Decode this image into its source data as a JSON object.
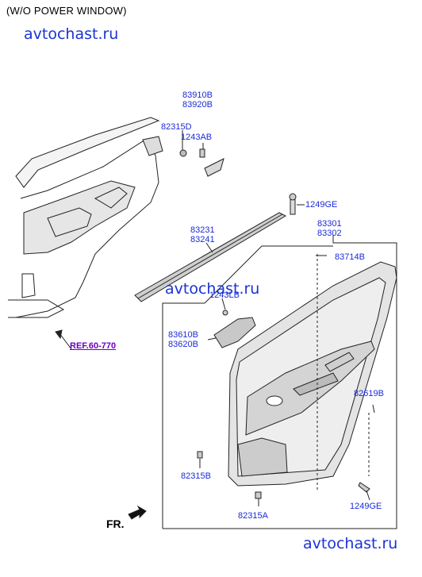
{
  "header": {
    "title": "(W/O POWER WINDOW)"
  },
  "watermarks": [
    "avtochast.ru",
    "avtochast.ru",
    "avtochast.ru"
  ],
  "labels": {
    "p83910B": "83910B",
    "p83920B": "83920B",
    "p82315D": "82315D",
    "p1243AB": "1243AB",
    "p1249GE_top": "1249GE",
    "p83231": "83231",
    "p83241": "83241",
    "p83301": "83301",
    "p83302": "83302",
    "p83714B": "83714B",
    "p1243LB": "1243LB",
    "p83610B": "83610B",
    "p83620B": "83620B",
    "p82619B": "82619B",
    "p82315B": "82315B",
    "p1249GE_bottom": "1249GE",
    "p82315A": "82315A"
  },
  "ref": "REF.60-770",
  "direction": "FR."
}
